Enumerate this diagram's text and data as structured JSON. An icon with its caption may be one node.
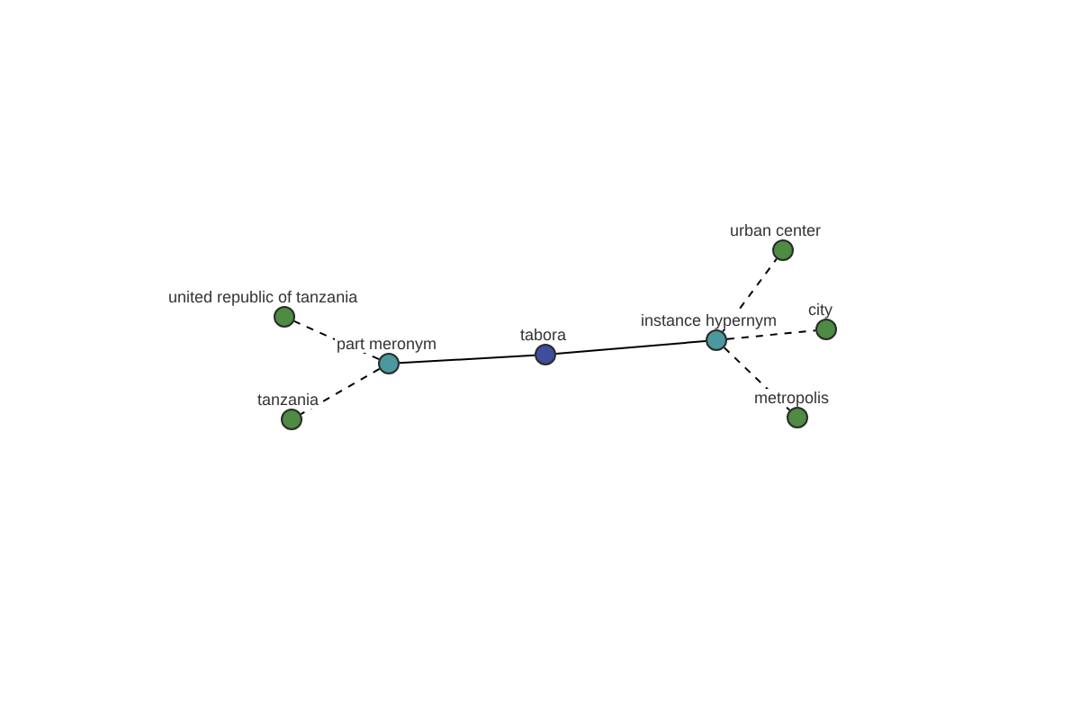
{
  "diagram": {
    "nodes": [
      {
        "text": [
          "united republic of tanzania"
        ]
      },
      {
        "text": [
          "part meronym"
        ]
      },
      {
        "text": [
          "tanzania"
        ]
      },
      {
        "text": [
          "tabora"
        ]
      },
      {
        "text": [
          "instance hypernym"
        ]
      },
      {
        "text": [
          "urban center"
        ]
      },
      {
        "text": [
          "city"
        ]
      },
      {
        "text": [
          "metropolis"
        ]
      }
    ],
    "edges": [
      {
        "from": 3,
        "to": 1,
        "arrow": "none"
      },
      {
        "from": 3,
        "to": 4,
        "arrow": "none"
      },
      {
        "from": 1,
        "to": 0,
        "arrow": "none",
        "style": "dashed"
      },
      {
        "from": 1,
        "to": 2,
        "arrow": "none",
        "style": "dashed"
      },
      {
        "from": 4,
        "to": 5,
        "arrow": "none",
        "style": "dashed"
      },
      {
        "from": 4,
        "to": 6,
        "arrow": "none",
        "style": "dashed"
      },
      {
        "from": 4,
        "to": 7,
        "arrow": "none",
        "style": "dashed"
      }
    ]
  }
}
